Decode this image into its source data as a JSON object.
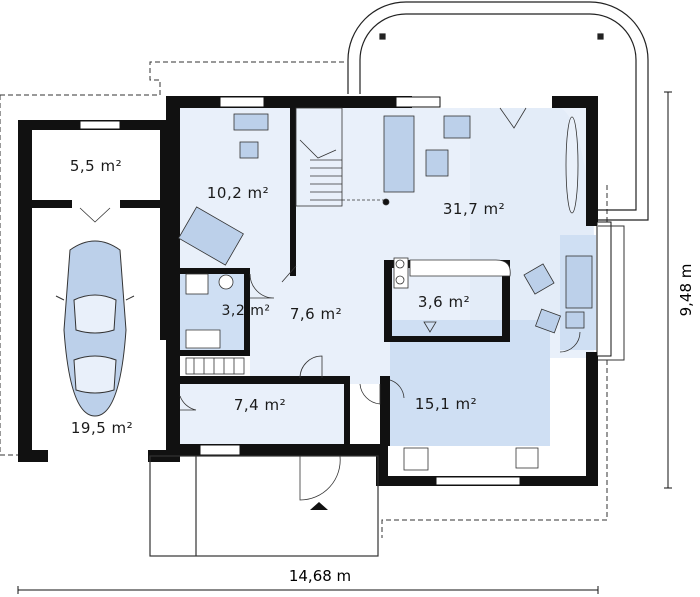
{
  "rooms": [
    {
      "id": "garage-storage",
      "area": "5,5 m²"
    },
    {
      "id": "garage",
      "area": "19,5 m²"
    },
    {
      "id": "study",
      "area": "10,2 m²"
    },
    {
      "id": "bathroom",
      "area": "3,2 m²"
    },
    {
      "id": "hall",
      "area": "7,6 m²"
    },
    {
      "id": "vestibule",
      "area": "7,4 m²"
    },
    {
      "id": "living-room",
      "area": "31,7 m²"
    },
    {
      "id": "pantry",
      "area": "3,6 m²"
    },
    {
      "id": "kitchen",
      "area": "15,1 m²"
    }
  ],
  "dimensions": {
    "width": "14,68 m",
    "depth": "9,48 m"
  },
  "colors": {
    "wall": "#111111",
    "floor_light": "#e9f0fa",
    "floor_highlight": "#cfdff3",
    "furniture": "#bcd0ea",
    "outline": "#333333"
  }
}
